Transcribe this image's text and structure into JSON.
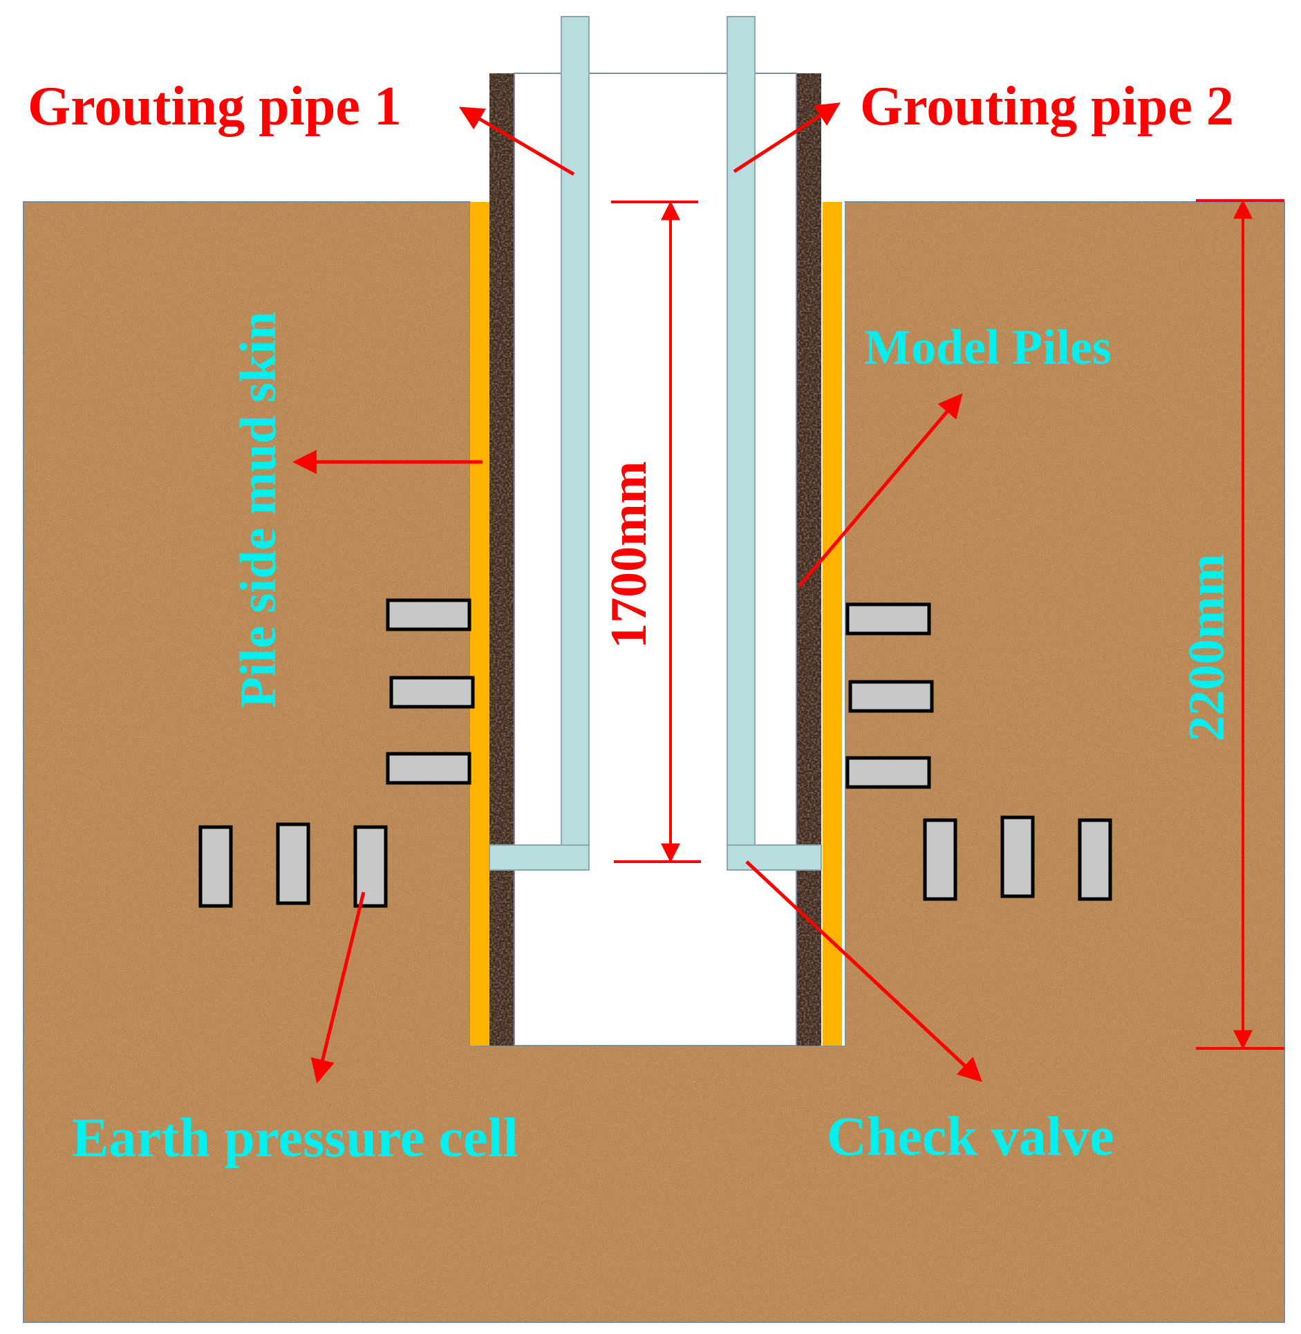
{
  "labels": {
    "grouting_pipe_1": "Grouting pipe 1",
    "grouting_pipe_2": "Grouting pipe 2",
    "pile_side_mud_skin": "Pile side mud skin",
    "model_piles": "Model Piles",
    "earth_pressure_cell": "Earth pressure cell",
    "check_valve": "Check valve",
    "dim_1700": "1700mm",
    "dim_2200": "2200mm"
  },
  "colors": {
    "soil": "#b8834f",
    "soil_dark": "#8f5e31",
    "soil_light": "#d7a877",
    "mud_skin": "#ffb300",
    "pile_wall": "#3e2b1e",
    "grout_pipe": "#b9dce0",
    "pressure_cell": "#c8c8c8",
    "arrow": "#ff0000",
    "label_red": "#ff0000",
    "label_cyan": "#00f0f0"
  }
}
